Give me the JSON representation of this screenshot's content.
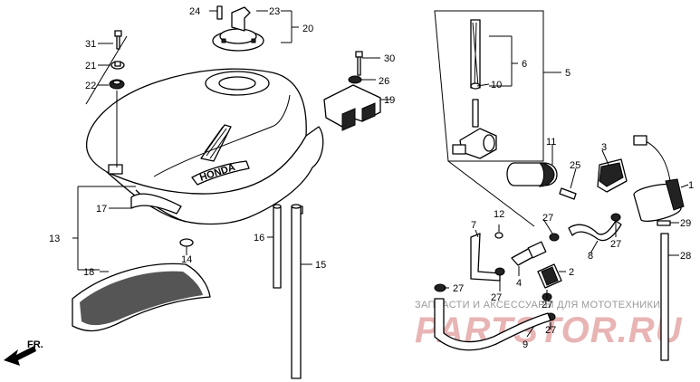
{
  "diagram": {
    "callouts": {
      "c1": "1",
      "c2": "2",
      "c3": "3",
      "c4": "4",
      "c5": "5",
      "c6": "6",
      "c7": "7",
      "c8": "8",
      "c9": "9",
      "c10": "10",
      "c11": "11",
      "c12": "12",
      "c13": "13",
      "c14": "14",
      "c15": "15",
      "c16": "16",
      "c17": "17",
      "c18": "18",
      "c19": "19",
      "c20": "20",
      "c21": "21",
      "c22": "22",
      "c23": "23",
      "c24": "24",
      "c25": "25",
      "c26": "26",
      "c27a": "27",
      "c27b": "27",
      "c27c": "27",
      "c27d": "27",
      "c27e": "27",
      "c27f": "27",
      "c28": "28",
      "c29": "29",
      "c30": "30",
      "c31": "31"
    },
    "tank_brand": "HONDA",
    "direction_label": "FR."
  },
  "watermark": {
    "tagline": "ЗАПЧАСТИ И АКСЕССУАРЫ ДЛЯ МОТОТЕХНИКИ",
    "logo": "PARTSTOR.RU"
  }
}
